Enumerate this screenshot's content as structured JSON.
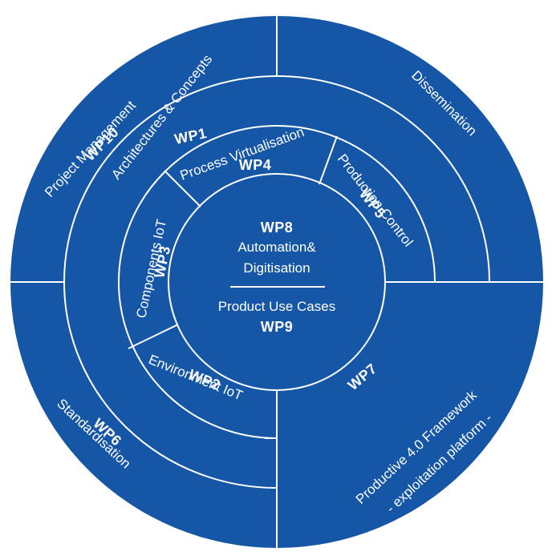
{
  "colors": {
    "background": "#ffffff",
    "circle_fill": "#1656a6",
    "lines": "#ffffff"
  },
  "center": {
    "top_wp": "WP8",
    "top_line1": "Automation&",
    "top_line2": "Digitisation",
    "bottom_line": "Product Use Cases",
    "bottom_wp": "WP9"
  },
  "segments": {
    "wp10": {
      "label": "Project Management",
      "wp": "WP10"
    },
    "dissemination": {
      "label": "Dissemination"
    },
    "wp1": {
      "label": "Architectures & Concepts",
      "wp": "WP1"
    },
    "wp4": {
      "label": "Process Virtualisation",
      "wp": "WP4"
    },
    "wp5": {
      "label": "Production Control",
      "wp": "WP5"
    },
    "wp3": {
      "label": "Components IoT",
      "wp": "WP3"
    },
    "wp2": {
      "label": "Environment IoT",
      "wp": "WP2"
    },
    "wp6": {
      "label": "Standardisation",
      "wp": "WP6"
    },
    "wp7": {
      "label_line1": "Productive 4.0 Framework",
      "label_line2": "- exploitation platform -",
      "wp": "WP7"
    }
  }
}
